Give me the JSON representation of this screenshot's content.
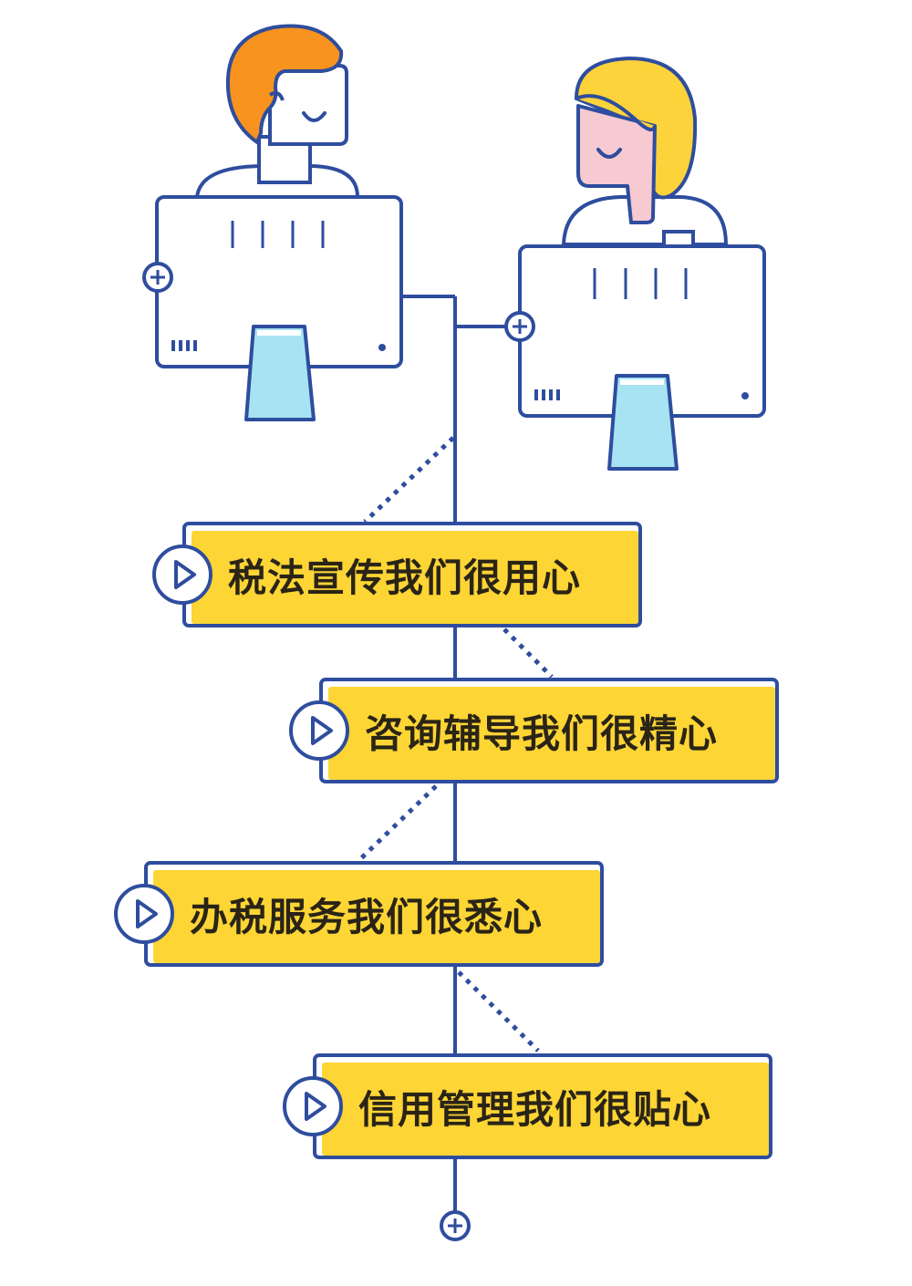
{
  "colors": {
    "outline": "#2e4d9e",
    "banner_fill": "#fdd535",
    "orange_hair": "#f7931e",
    "yellow_hair": "#fcd33b",
    "skin_pink": "#f7c9d0",
    "stand_blue": "#a7e3f2",
    "text": "#2a2417"
  },
  "icons": [
    "plus-circle-icon",
    "play-icon"
  ],
  "steps": [
    {
      "label": "税法宣传我们很用心"
    },
    {
      "label": "咨询辅导我们很精心"
    },
    {
      "label": "办税服务我们很悉心"
    },
    {
      "label": "信用管理我们很贴心"
    }
  ]
}
